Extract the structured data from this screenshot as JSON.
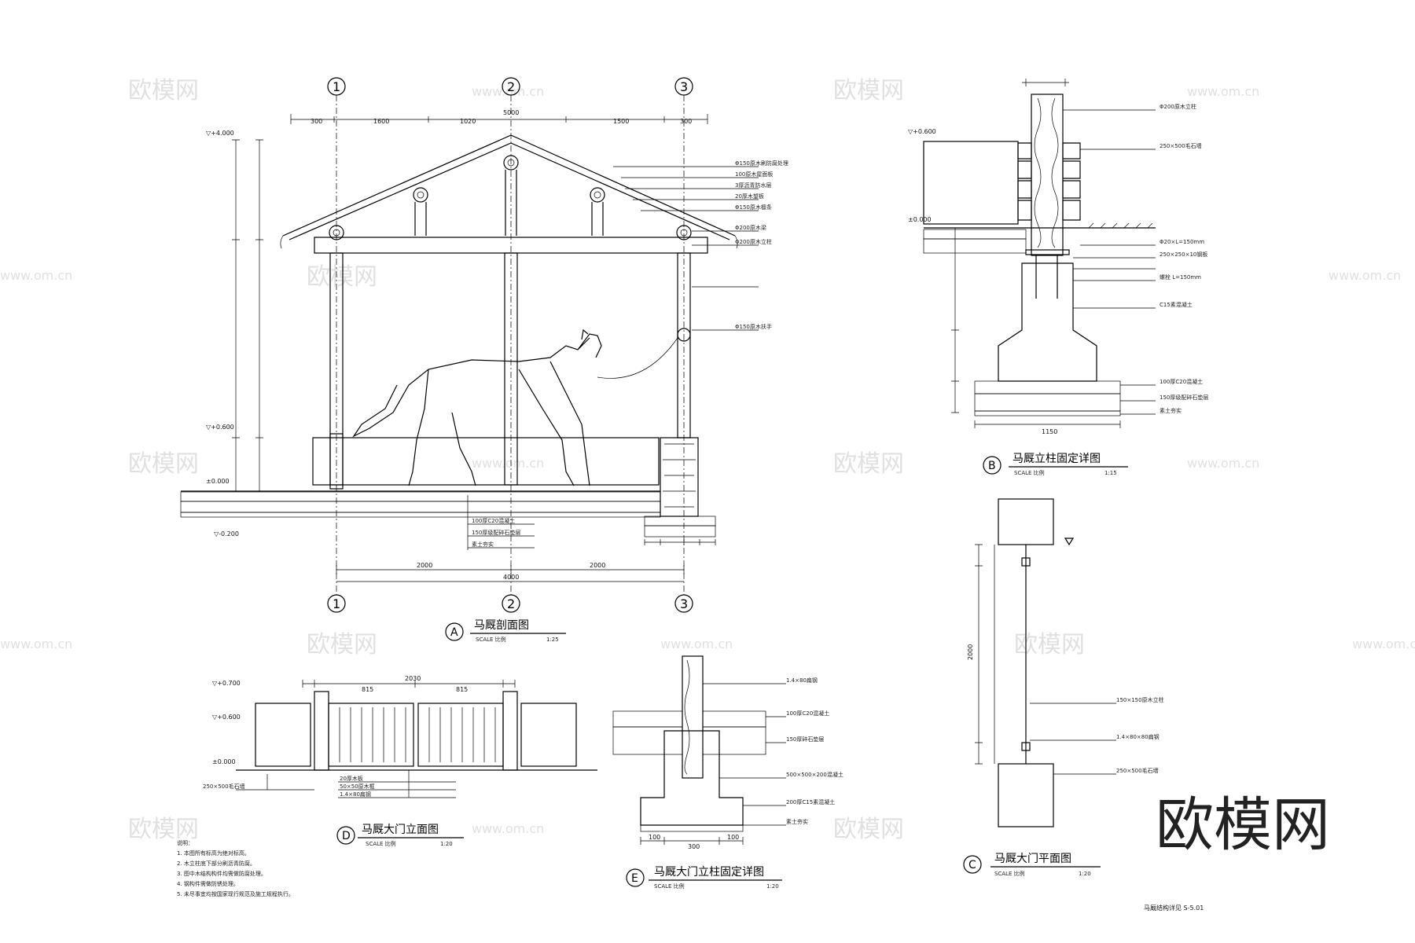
{
  "watermark": {
    "text": "欧模网",
    "url": "www.om.cn",
    "logo": "欧模网"
  },
  "section_a": {
    "axes": [
      "1",
      "2",
      "3"
    ],
    "top_dims": [
      "300",
      "1600",
      "1020",
      "1500",
      "300"
    ],
    "total_top": "5000",
    "bottom_dims": [
      "2000",
      "2000"
    ],
    "total_bottom": "4000",
    "levels": [
      "▽+4.000",
      "▽+0.600",
      "±0.000",
      "▽-0.200"
    ],
    "notes_right": [
      "Φ150原木刷防腐处理",
      "100原木屋面板",
      "3厚沥青防水层",
      "20厚木望板",
      "Φ150原木檩条",
      "Φ200原木梁",
      "Φ200原木立柱",
      "Φ150原木扶手"
    ],
    "notes_bottom": [
      "100厚C20混凝土",
      "150厚级配碎石垫层",
      "素土夯实"
    ],
    "mark": "A",
    "title": "马厩剖面图",
    "scale_label": "SCALE  比例",
    "scale": "1:25"
  },
  "section_b": {
    "mark": "B",
    "title": "马厩立柱固定详图",
    "scale_label": "SCALE  比例",
    "scale": "1:15",
    "levels": [
      "▽+0.600",
      "±0.000"
    ],
    "notes": [
      "Φ200原木立柱",
      "250×500毛石墙",
      "Φ20×L=150mm",
      "250×250×10钢板",
      "螺栓 L=150mm",
      "C15素混凝土",
      "100厚C20混凝土",
      "150厚级配碎石垫层",
      "素土夯实"
    ],
    "dims": [
      "1150"
    ]
  },
  "section_c": {
    "mark": "C",
    "title": "马厩大门平面图",
    "scale_label": "SCALE  比例",
    "scale": "1:20",
    "notes": [
      "150×150原木立柱",
      "1.4×80×80扁钢",
      "250×500毛石墙"
    ],
    "dims": [
      "2000"
    ]
  },
  "section_d": {
    "mark": "D",
    "title": "马厩大门立面图",
    "scale_label": "SCALE  比例",
    "scale": "1:20",
    "dims": [
      "2030",
      "815",
      "815"
    ],
    "levels": [
      "▽+0.700",
      "▽+0.600",
      "±0.000"
    ],
    "notes": [
      "20厚木板",
      "50×50原木框",
      "1.4×80扁钢",
      "250×500毛石墙"
    ]
  },
  "section_e": {
    "mark": "E",
    "title": "马厩大门立柱固定详图",
    "scale_label": "SCALE  比例",
    "scale": "1:20",
    "notes": [
      "1.4×80扁钢",
      "100厚C20混凝土",
      "150厚碎石垫层",
      "500×500×200混凝土",
      "200厚C15素混凝土",
      "素土夯实"
    ],
    "dims": [
      "100",
      "300",
      "100"
    ]
  },
  "general_notes": {
    "heading": "说明：",
    "items": [
      "1. 本图所有标高为绝对标高。",
      "2. 木立柱底下部分刷沥青防腐。",
      "3. 图中木结构构件均需做防腐处理。",
      "4. 钢构件需做防锈处理。",
      "5. 未尽事宜均按国家现行规范及施工规程执行。"
    ]
  },
  "footer": {
    "drawing_title": "马厩结构详见 S-5.01"
  }
}
